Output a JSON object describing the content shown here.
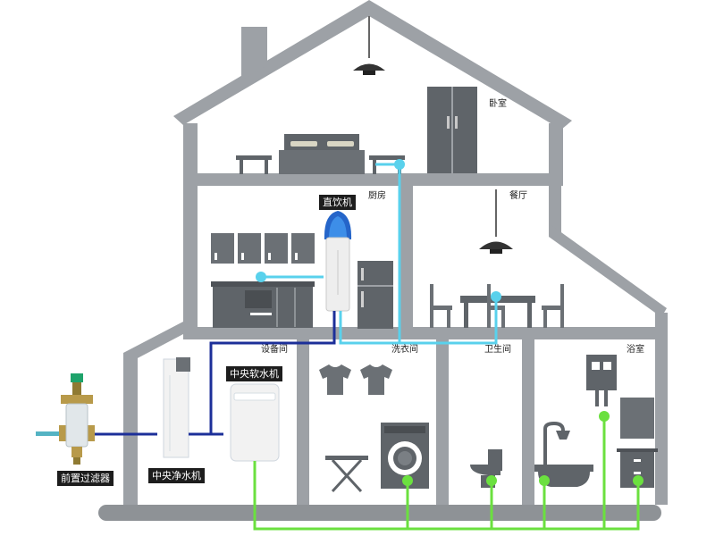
{
  "rooms": {
    "bedroom": "卧室",
    "kitchen": "厨房",
    "dining": "餐厅",
    "equipment": "设备间",
    "laundry": "洗衣间",
    "toilet": "卫生间",
    "bathroom": "浴室"
  },
  "devices": {
    "drinker": "直饮机",
    "softener": "中央软水机",
    "prefilter": "前置过滤器",
    "purifier": "中央净水机"
  },
  "colors": {
    "wall": "#9da1a6",
    "ground": "#8e9296",
    "mains_pipe": "#54b3c3",
    "purified_pipe": "#1c2f99",
    "drinking_pipe": "#59d1ec",
    "soft_pipe": "#6be03f",
    "appliance": "#5f6469",
    "label_box": "#1d1d1d"
  }
}
